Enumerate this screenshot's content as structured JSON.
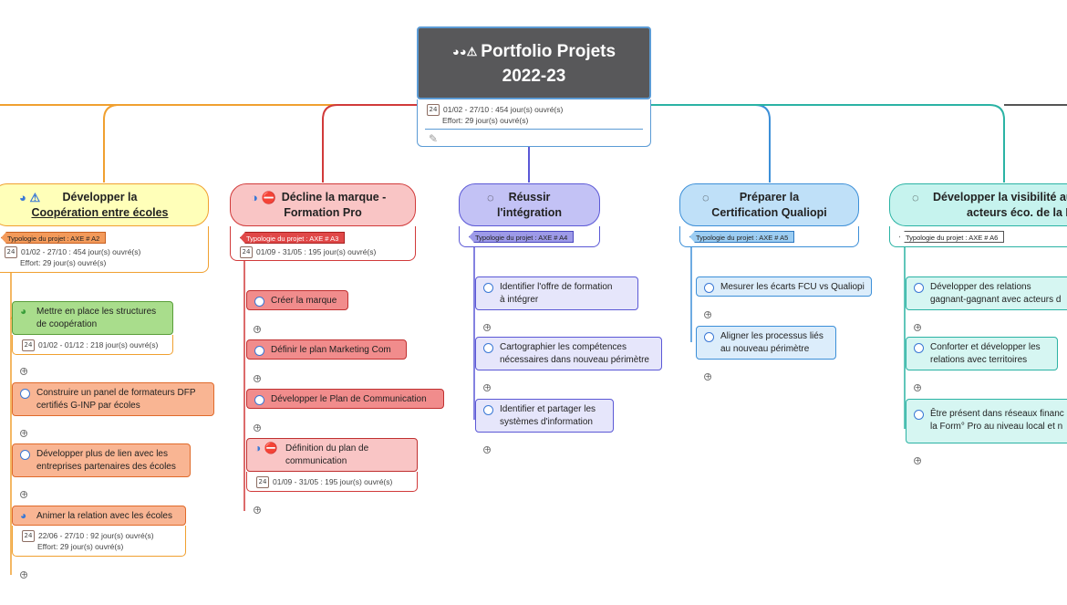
{
  "root": {
    "icons": "◕◕⚠",
    "title_line1": "Portfolio Projets",
    "title_line2": "2022-23",
    "dates": "01/02 - 27/10 : 454 jour(s) ouvré(s)",
    "effort": "Effort: 29 jour(s) ouvré(s)",
    "calendar": "24"
  },
  "branches": [
    {
      "icons": "◕ ⚠",
      "line1": "Développer la",
      "line2": "Coopération entre écoles",
      "tag": "Typologie du projet : AXE # A2",
      "dates": "01/02 - 27/10 : 454 jour(s) ouvré(s)",
      "effort": "Effort: 29 jour(s) ouvré(s)",
      "tasks": [
        {
          "label1": "Mettre en place les structures",
          "label2": "de coopération",
          "dates": "01/02 - 01/12 : 218 jour(s) ouvré(s)"
        },
        {
          "label1": "Construire un panel de formateurs DFP",
          "label2": "certifiés G-INP par écoles"
        },
        {
          "label1": "Développer plus de lien avec les",
          "label2": "entreprises partenaires des écoles"
        },
        {
          "label1": "Animer la relation avec les écoles",
          "dates": "22/06 - 27/10 : 92 jour(s) ouvré(s)",
          "effort": "Effort: 29 jour(s) ouvré(s)"
        }
      ]
    },
    {
      "icons": "◑ ⛔",
      "line1": "Décline la marque -",
      "line2": "Formation Pro",
      "tag": "Typologie du projet : AXE # A3",
      "dates": "01/09 - 31/05 : 195 jour(s) ouvré(s)",
      "tasks": [
        {
          "label1": "Créer la marque"
        },
        {
          "label1": "Définir le plan Marketing Com"
        },
        {
          "label1": "Développer le Plan de Communication"
        },
        {
          "label1": "Définition du plan de",
          "label2": "communication",
          "dates": "01/09 - 31/05 : 195 jour(s) ouvré(s)",
          "icons": "◑ ⛔"
        }
      ]
    },
    {
      "icons": "◌",
      "line1": "Réussir",
      "line2": "l'intégration",
      "tag": "Typologie du projet : AXE # A4",
      "tasks": [
        {
          "label1": "Identifier l'offre de formation",
          "label2": "à intégrer"
        },
        {
          "label1": "Cartographier les compétences",
          "label2": "nécessaires dans nouveau périmètre"
        },
        {
          "label1": "Identifier et partager les",
          "label2": "systèmes d'information"
        }
      ]
    },
    {
      "icons": "◌",
      "line1": "Préparer la",
      "line2": "Certification Qualiopi",
      "tag": "Typologie du projet : AXE # A5",
      "tasks": [
        {
          "label1": "Mesurer les écarts FCU vs Qualiopi"
        },
        {
          "label1": "Aligner les processus liés",
          "label2": "au nouveau périmètre"
        }
      ]
    },
    {
      "icons": "◌",
      "line1": "Développer la visibilité au",
      "line2": "acteurs éco. de la Régi",
      "tag": "Typologie du projet : AXE # A6",
      "tasks": [
        {
          "label1": "Développer des relations",
          "label2": "gagnant-gagnant avec acteurs d"
        },
        {
          "label1": "Conforter et développer les",
          "label2": "relations avec territoires"
        },
        {
          "label1": "Être présent dans réseaux financ",
          "label2": "la Form° Pro au niveau local et n"
        }
      ]
    }
  ],
  "colors": {
    "b1_fill": "#ffffb9",
    "b1_border": "#f0a030",
    "b1_task": "#f9b593",
    "b1_task_border": "#e06a2a",
    "b1_green": "#a9dd8c",
    "b2_fill": "#f9c5c5",
    "b2_border": "#d13a3a",
    "b2_task": "#f18c8c",
    "b3_fill": "#c3c2f5",
    "b3_border": "#5b58d6",
    "b3_task": "#e6e6fb",
    "b4_fill": "#bfe0f8",
    "b4_border": "#3c8fd8",
    "b4_task": "#dcedfb",
    "b5_fill": "#c6f3ee",
    "b5_border": "#2bb3a4",
    "b5_task": "#d6f6f2"
  }
}
